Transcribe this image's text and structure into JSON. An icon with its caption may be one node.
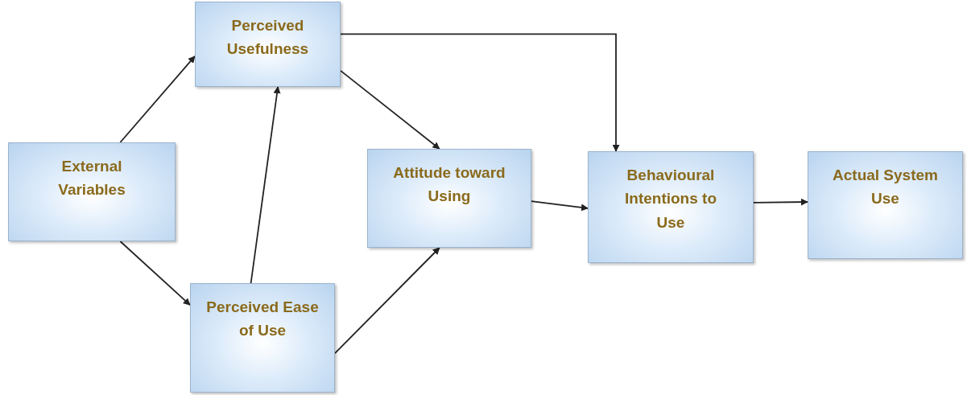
{
  "diagram": {
    "nodes": [
      {
        "text": [
          "External Variables"
        ]
      },
      {
        "text": [
          "Perceived Usefulness"
        ]
      },
      {
        "text": [
          "Perceived Ease of Use"
        ]
      },
      {
        "text": [
          "Attitude toward Using"
        ]
      },
      {
        "text": [
          "Behavioural Intentions to Use"
        ]
      },
      {
        "text": [
          "Actual System Use"
        ]
      }
    ],
    "edges": [
      {
        "from": 0,
        "to": 1,
        "arrow": "to"
      },
      {
        "from": 0,
        "to": 2,
        "arrow": "to"
      },
      {
        "from": 2,
        "to": 1,
        "arrow": "to"
      },
      {
        "from": 1,
        "to": 3,
        "arrow": "to"
      },
      {
        "from": 2,
        "to": 3,
        "arrow": "to"
      },
      {
        "from": 1,
        "to": 4,
        "arrow": "to"
      },
      {
        "from": 3,
        "to": 4,
        "arrow": "to"
      },
      {
        "from": 4,
        "to": 5,
        "arrow": "to"
      }
    ]
  }
}
